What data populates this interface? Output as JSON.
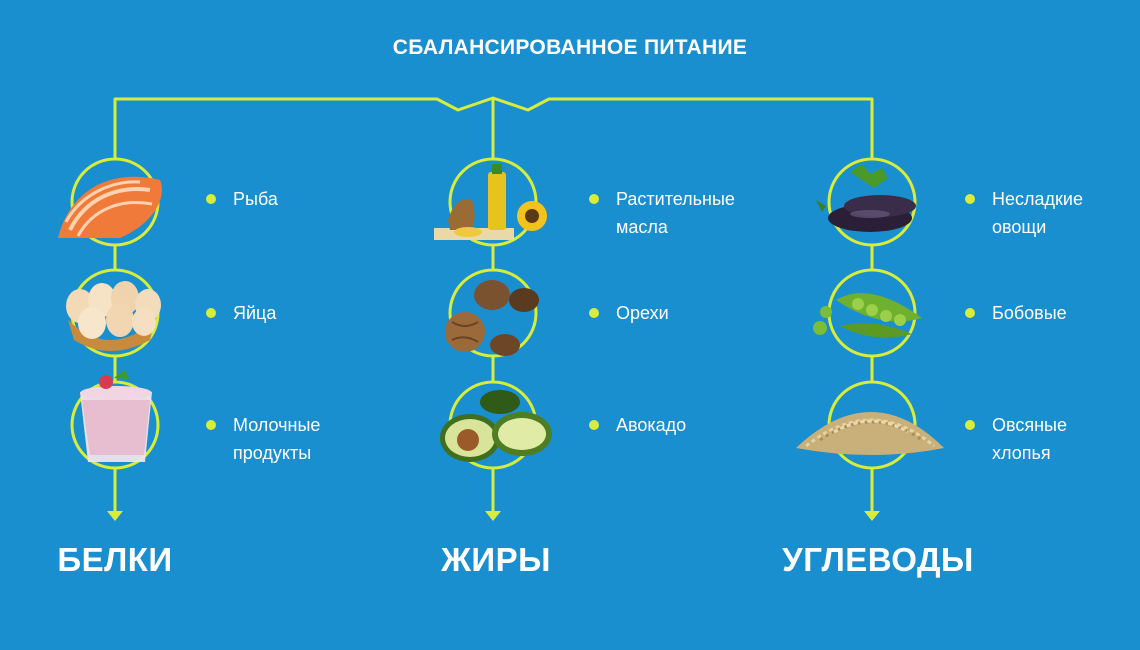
{
  "title": "СБАЛАНСИРОВАННОЕ ПИТАНИЕ",
  "colors": {
    "background": "#1a8fcf",
    "connector": "#d8ec3a",
    "text": "#ffffff"
  },
  "columns": [
    {
      "category": "БЕЛКИ",
      "items": [
        {
          "label": "Рыба",
          "icon": "salmon-fillet-icon"
        },
        {
          "label": "Яйца",
          "icon": "egg-basket-icon"
        },
        {
          "label": "Молочные\nпродукты",
          "icon": "yogurt-cup-icon"
        }
      ]
    },
    {
      "category": "ЖИРЫ",
      "items": [
        {
          "label": "Растительные\nмасла",
          "icon": "vegetable-oil-icon"
        },
        {
          "label": "Орехи",
          "icon": "walnut-icon"
        },
        {
          "label": "Авокадо",
          "icon": "avocado-icon"
        }
      ]
    },
    {
      "category": "УГЛЕВОДЫ",
      "items": [
        {
          "label": "Несладкие\nовощи",
          "icon": "eggplant-icon"
        },
        {
          "label": "Бобовые",
          "icon": "peas-pod-icon"
        },
        {
          "label": "Овсяные\nхлопья",
          "icon": "oat-flakes-icon"
        }
      ]
    }
  ]
}
